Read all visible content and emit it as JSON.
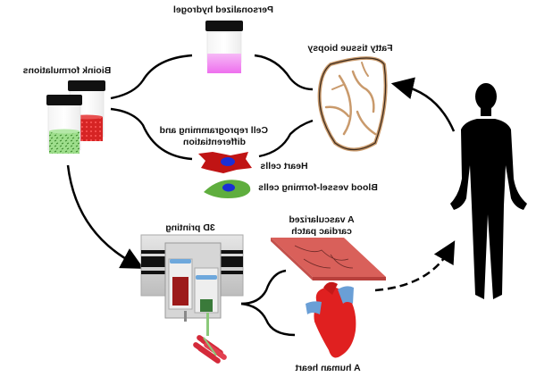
{
  "diagram": {
    "mirrored": true,
    "labels": {
      "hydrogel": "Personalized hydrogel",
      "bioink": "Bioink formulations",
      "biopsy": "Fatty tissue biopsy",
      "reprogramming_line1": "Cell reprogramming and",
      "reprogramming_line2": "differentiation",
      "heart_cells": "Heart cells",
      "vessel_cells": "Blood vessel-forming cells",
      "printing": "3D printing",
      "patch_line1": "A vascularized",
      "patch_line2": "cardiac patch",
      "heart": "A human heart"
    },
    "colors": {
      "hydrogel": "#f07ef0",
      "bioink_red": "#d42020",
      "bioink_green": "#7ecf6e",
      "heart_cell": "#c81818",
      "vessel_cell": "#5fae3e",
      "nucleus": "#1a2fd6",
      "tissue": "#c99a6c",
      "patch": "#d9534f",
      "heart": "#e02020",
      "vessel": "#5b9bd5",
      "silhouette": "#000000"
    }
  }
}
